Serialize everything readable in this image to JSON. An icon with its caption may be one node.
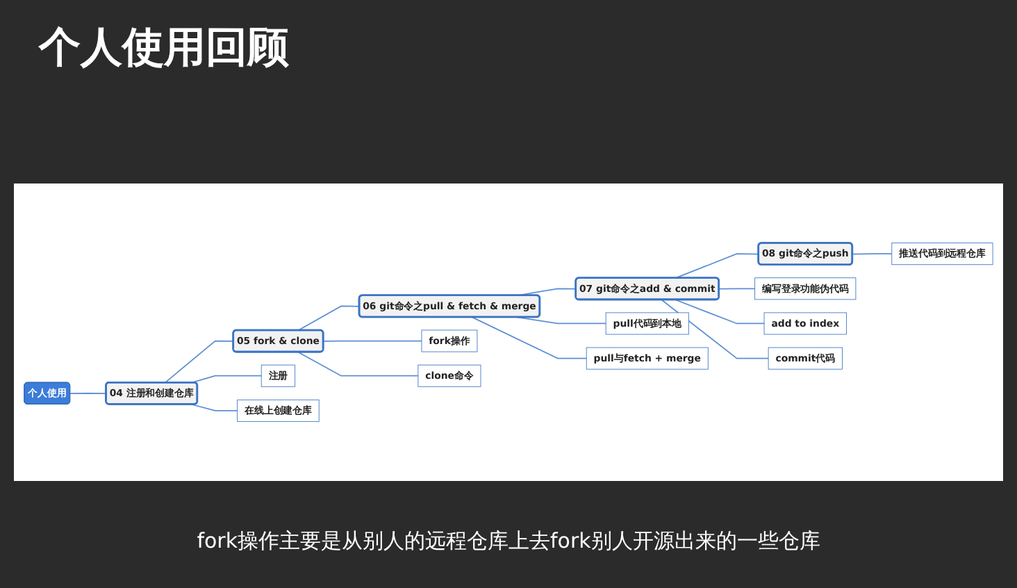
{
  "diagram": {
    "title": "个人使用回顾",
    "caption": "fork操作主要是从别人的远程仓库上去fork别人开源出来的一些仓库",
    "nodes": [
      {
        "text": [
          "个人使用"
        ]
      },
      {
        "text": [
          "04 注册和创建仓库"
        ]
      },
      {
        "text": [
          "注册"
        ]
      },
      {
        "text": [
          "在线上创建仓库"
        ]
      },
      {
        "text": [
          "05 fork & clone"
        ]
      },
      {
        "text": [
          "fork操作"
        ]
      },
      {
        "text": [
          "clone命令"
        ]
      },
      {
        "text": [
          "06 git命令之pull & fetch & merge"
        ]
      },
      {
        "text": [
          "pull代码到本地"
        ]
      },
      {
        "text": [
          "pull与fetch + merge"
        ]
      },
      {
        "text": [
          "07 git命令之add & commit"
        ]
      },
      {
        "text": [
          "编写登录功能伪代码"
        ]
      },
      {
        "text": [
          "add to index"
        ]
      },
      {
        "text": [
          "commit代码"
        ]
      },
      {
        "text": [
          "08 git命令之push"
        ]
      },
      {
        "text": [
          "推送代码到远程仓库"
        ]
      }
    ],
    "edges": [
      {
        "from": 0,
        "to": 1,
        "arrow": "none"
      },
      {
        "from": 1,
        "to": 2,
        "arrow": "none"
      },
      {
        "from": 1,
        "to": 3,
        "arrow": "none"
      },
      {
        "from": 1,
        "to": 4,
        "arrow": "none"
      },
      {
        "from": 4,
        "to": 5,
        "arrow": "none"
      },
      {
        "from": 4,
        "to": 6,
        "arrow": "none"
      },
      {
        "from": 4,
        "to": 7,
        "arrow": "none"
      },
      {
        "from": 7,
        "to": 8,
        "arrow": "none"
      },
      {
        "from": 7,
        "to": 9,
        "arrow": "none"
      },
      {
        "from": 7,
        "to": 10,
        "arrow": "none"
      },
      {
        "from": 10,
        "to": 11,
        "arrow": "none"
      },
      {
        "from": 10,
        "to": 12,
        "arrow": "none"
      },
      {
        "from": 10,
        "to": 13,
        "arrow": "none"
      },
      {
        "from": 10,
        "to": 14,
        "arrow": "none"
      },
      {
        "from": 14,
        "to": 15,
        "arrow": "none"
      }
    ]
  }
}
